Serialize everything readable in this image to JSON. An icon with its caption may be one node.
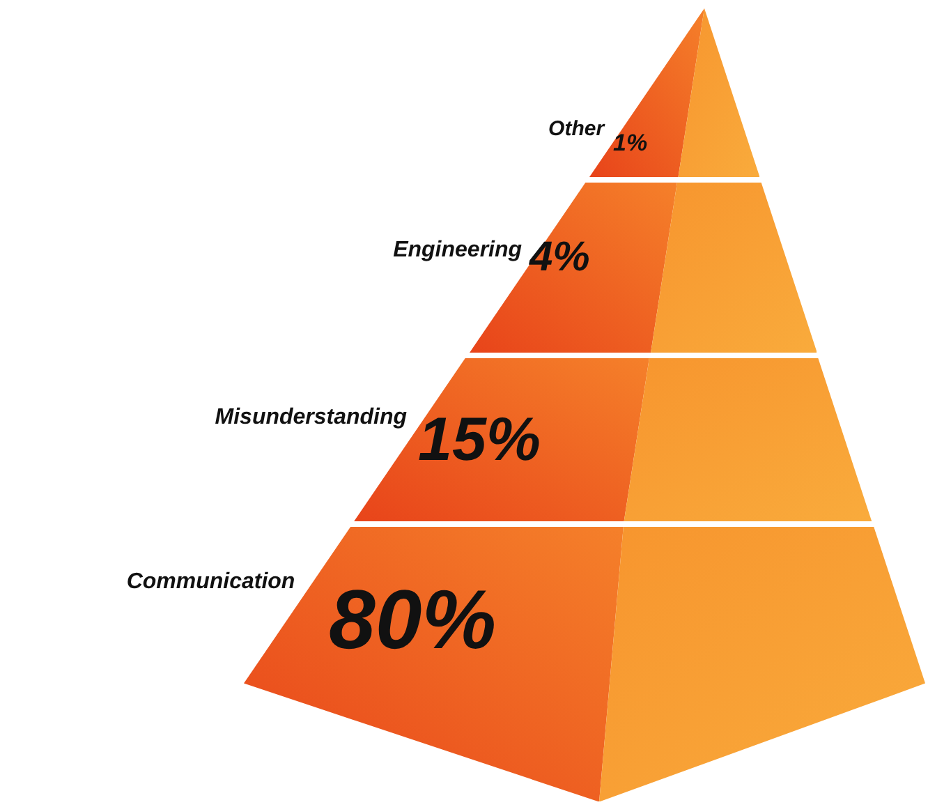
{
  "diagram": {
    "nodes": [
      {
        "text": [
          "1%"
        ],
        "beside": [
          "Other"
        ]
      },
      {
        "text": [
          "4%"
        ],
        "beside": [
          "Engineering"
        ]
      },
      {
        "text": [
          "15%"
        ],
        "beside": [
          "Misunderstanding"
        ]
      },
      {
        "text": [
          "80%"
        ],
        "beside": [
          "Communication"
        ]
      }
    ]
  }
}
